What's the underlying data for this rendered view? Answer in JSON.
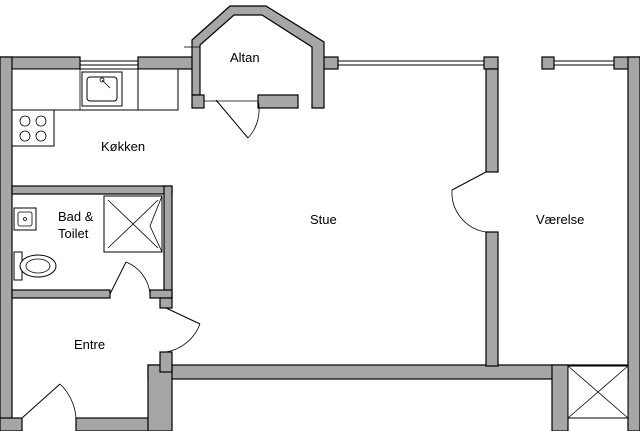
{
  "rooms": {
    "balcony": "Altan",
    "kitchen": "Køkken",
    "bath_line1": "Bad &",
    "bath_line2": "Toilet",
    "living": "Stue",
    "bedroom": "Værelse",
    "entrance": "Entre"
  }
}
